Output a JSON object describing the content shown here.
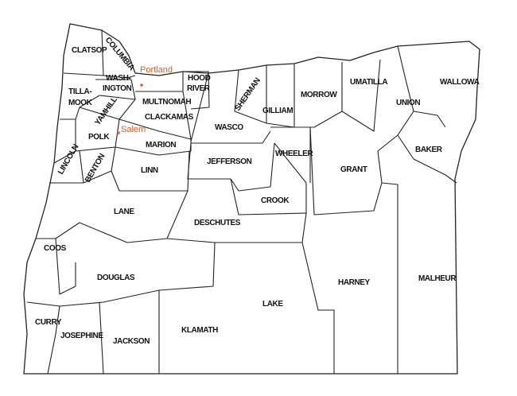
{
  "map": {
    "city_color": "#f0541e",
    "cities": [
      {
        "name": "Portland"
      },
      {
        "name": "Salem"
      }
    ],
    "counties": [
      "CLATSOP",
      "COLUMBIA",
      "WASH-",
      "INGTON",
      "TILLA-",
      "MOOK",
      "YAMHILL",
      "MULTNOMAH",
      "HOOD",
      "RIVER",
      "CLACKAMAS",
      "POLK",
      "MARION",
      "LINCOLN",
      "BENTON",
      "LINN",
      "LANE",
      "COOS",
      "DOUGLAS",
      "CURRY",
      "JOSEPHINE",
      "JACKSON",
      "KLAMATH",
      "LAKE",
      "DESCHUTES",
      "JEFFERSON",
      "CROOK",
      "WASCO",
      "SHERMAN",
      "GILLIAM",
      "WHEELER",
      "MORROW",
      "UMATILLA",
      "UNION",
      "WALLOWA",
      "GRANT",
      "BAKER",
      "HARNEY",
      "MALHEUR"
    ]
  }
}
